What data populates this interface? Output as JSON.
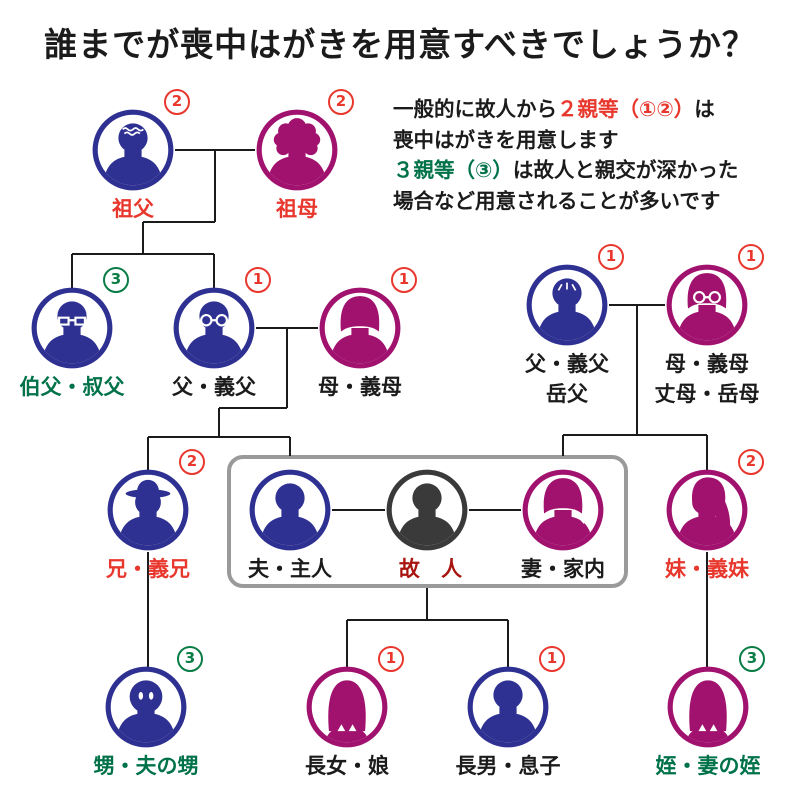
{
  "title": "誰までが喪中はがきを用意すべきでしょうか？",
  "legend": {
    "line1_pre": "一般的に故人から",
    "line1_red": "２親等（①②）",
    "line1_post": "は",
    "line2": "喪中はがきを用意します",
    "line3_green": "３親等（③）",
    "line3_post": "は故人と親交が深かった",
    "line4": "場合など用意されることが多いです"
  },
  "colors": {
    "male": "#2e3192",
    "female": "#a1116e",
    "deceased": "#3a3a3a",
    "red": "#e8382e",
    "green": "#0a7d46",
    "green_text": "#007249",
    "black_text": "#1b1b1b",
    "deceased_label": "#a81410",
    "line": "#1b1b1b",
    "box_border": "#9a9a9a"
  },
  "people": [
    {
      "id": "grandfather",
      "label": "祖父",
      "badge": "2",
      "badge_color": "red",
      "label_color": "red",
      "color": "male",
      "icon": "grandfather-icon"
    },
    {
      "id": "grandmother",
      "label": "祖母",
      "badge": "2",
      "badge_color": "red",
      "label_color": "red",
      "color": "female",
      "icon": "grandmother-icon"
    },
    {
      "id": "uncle",
      "label": "伯父・叔父",
      "badge": "3",
      "badge_color": "green",
      "label_color": "green",
      "color": "male",
      "icon": "uncle-glasses-icon"
    },
    {
      "id": "father",
      "label": "父・義父",
      "badge": "1",
      "badge_color": "red",
      "label_color": "black",
      "color": "male",
      "icon": "father-glasses-icon"
    },
    {
      "id": "mother",
      "label": "母・義母",
      "badge": "1",
      "badge_color": "red",
      "label_color": "black",
      "color": "female",
      "icon": "mother-bob-icon"
    },
    {
      "id": "wife-father",
      "label": "父・義父",
      "label2": "岳父",
      "badge": "1",
      "badge_color": "red",
      "label_color": "black",
      "color": "male",
      "icon": "wife-father-icon"
    },
    {
      "id": "wife-mother",
      "label": "母・義母",
      "label2": "丈母・岳母",
      "badge": "1",
      "badge_color": "red",
      "label_color": "black",
      "color": "female",
      "icon": "wife-mother-glasses-icon"
    },
    {
      "id": "brother",
      "label": "兄・義兄",
      "badge": "2",
      "badge_color": "red",
      "label_color": "red",
      "color": "male",
      "icon": "brother-hat-icon"
    },
    {
      "id": "husband",
      "label": "夫・主人",
      "label_color": "black",
      "color": "male",
      "icon": "husband-icon"
    },
    {
      "id": "deceased",
      "label": "故 人",
      "label_color": "deceased",
      "color": "deceased",
      "icon": "deceased-icon"
    },
    {
      "id": "wife",
      "label": "妻・家内",
      "label_color": "black",
      "color": "female",
      "icon": "wife-bob-icon"
    },
    {
      "id": "sister",
      "label": "妹・義妹",
      "badge": "2",
      "badge_color": "red",
      "label_color": "red",
      "color": "female",
      "icon": "sister-longhair-icon"
    },
    {
      "id": "nephew",
      "label": "甥・夫の甥",
      "badge": "3",
      "badge_color": "green",
      "label_color": "green",
      "color": "male",
      "icon": "nephew-boy-icon"
    },
    {
      "id": "daughter",
      "label": "長女・娘",
      "badge": "1",
      "badge_color": "red",
      "label_color": "black",
      "color": "female",
      "icon": "daughter-girl-icon"
    },
    {
      "id": "son",
      "label": "長男・息子",
      "badge": "1",
      "badge_color": "red",
      "label_color": "black",
      "color": "male",
      "icon": "son-icon"
    },
    {
      "id": "niece",
      "label": "姪・妻の姪",
      "badge": "3",
      "badge_color": "green",
      "label_color": "green",
      "color": "female",
      "icon": "niece-girl-icon"
    }
  ]
}
